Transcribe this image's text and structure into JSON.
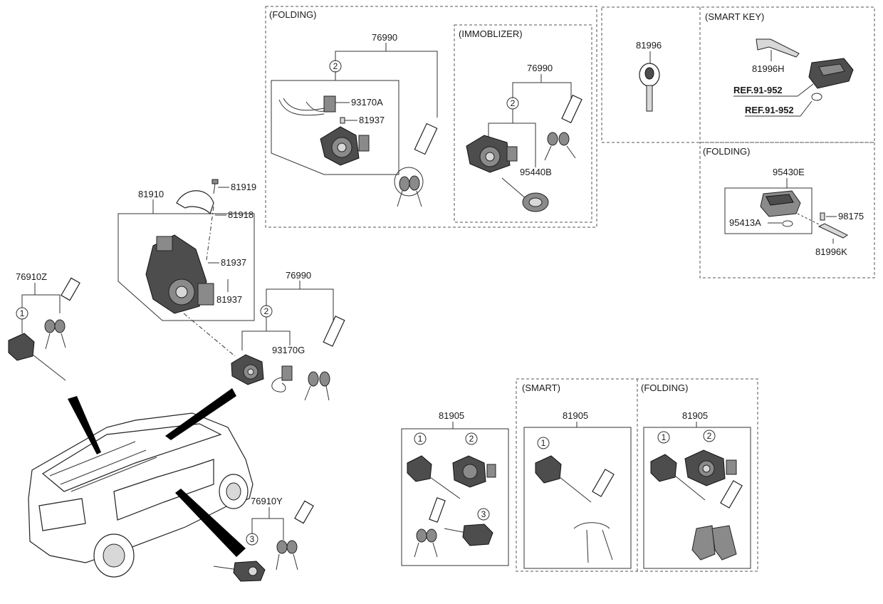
{
  "sections": {
    "folding_top": "(FOLDING)",
    "immobilizer": "(IMMOBLIZER)",
    "smart_key": "(SMART KEY)",
    "folding_right": "(FOLDING)",
    "smart_bottom": "(SMART)",
    "folding_bottom": "(FOLDING)"
  },
  "labels": {
    "p76990_a": "76990",
    "p93170A": "93170A",
    "p81937_a": "81937",
    "p76990_b": "76990",
    "p95440B": "95440B",
    "p81996": "81996",
    "p81996H": "81996H",
    "ref1": "REF.91-952",
    "ref2": "REF.91-952",
    "p95430E": "95430E",
    "p98175": "98175",
    "p95413A": "95413A",
    "p81996K": "81996K",
    "p81919": "81919",
    "p81910": "81910",
    "p81918": "81918",
    "p81937_b": "81937",
    "p81937_c": "81937",
    "p76990_c": "76990",
    "p93170G": "93170G",
    "p76910Z": "76910Z",
    "p76910Y": "76910Y",
    "p81905_a": "81905",
    "p81905_b": "81905",
    "p81905_c": "81905"
  },
  "callouts": {
    "c1": "2",
    "c2": "2",
    "c3": "2",
    "c4": "1",
    "c5": "3",
    "c6": "1",
    "c7": "2",
    "c8": "3",
    "c9": "1",
    "c10": "1",
    "c11": "2"
  }
}
